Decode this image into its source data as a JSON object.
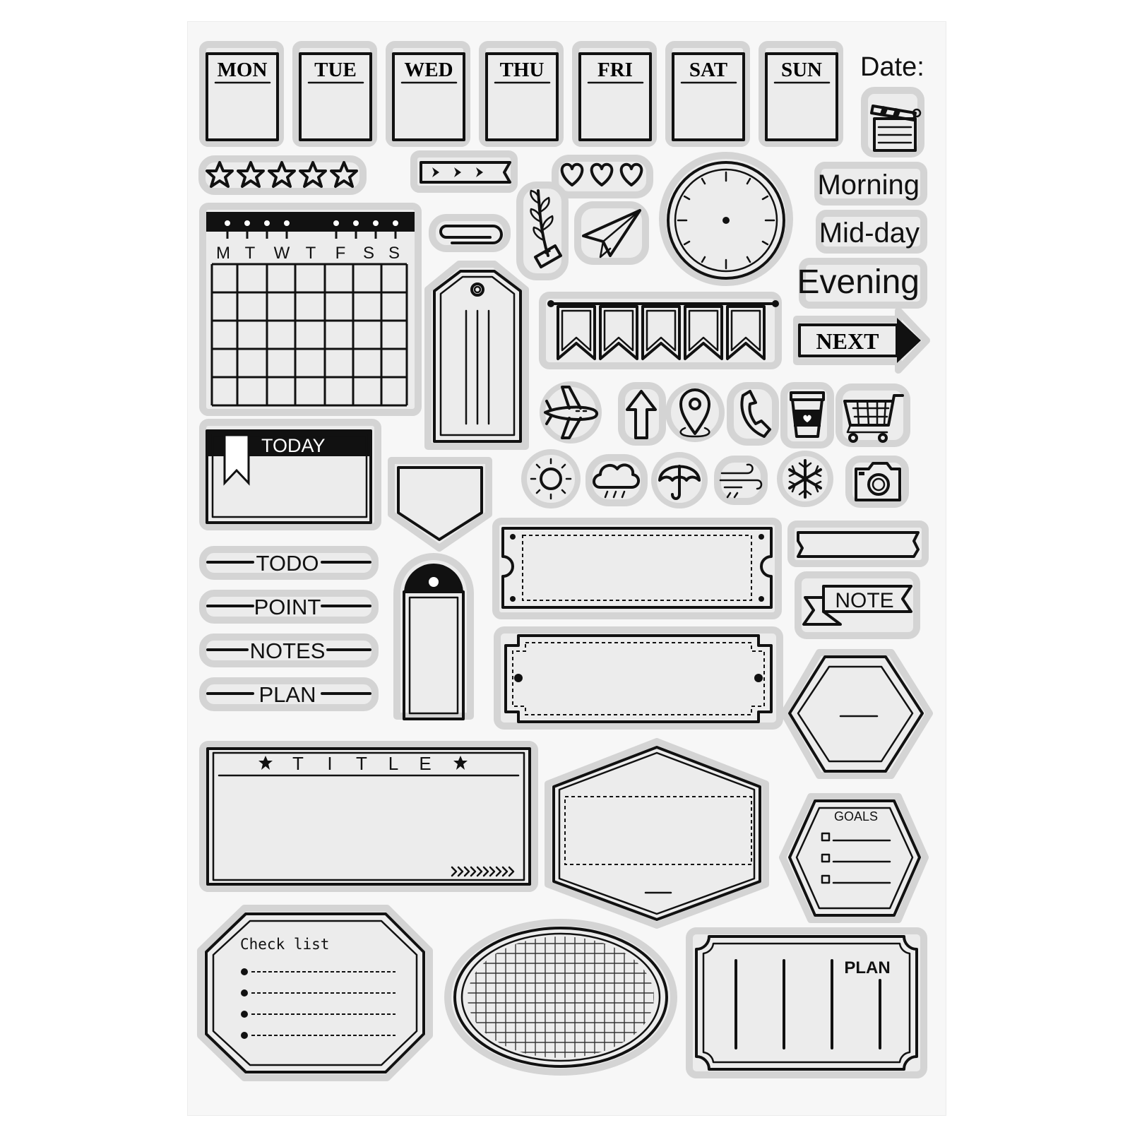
{
  "days": [
    "MON",
    "TUE",
    "WED",
    "THU",
    "FRI",
    "SAT",
    "SUN"
  ],
  "date_label": "Date:",
  "calendar_header": [
    "M",
    "T",
    "W",
    "T",
    "F",
    "S",
    "S"
  ],
  "times": [
    "Morning",
    "Mid-day",
    "Evening"
  ],
  "next_label": "NEXT",
  "today_label": "TODAY",
  "headings": [
    "TODO",
    "POINT",
    "NOTES",
    "PLAN"
  ],
  "note_label": "NOTE",
  "title_letters": [
    "T",
    "I",
    "T",
    "L",
    "E"
  ],
  "goals_label": "GOALS",
  "checklist_label": "Check list",
  "plan_label": "PLAN",
  "star_count": 5,
  "heart_count": 3,
  "icons": [
    "airplane-icon",
    "arrow-up-icon",
    "location-pin-icon",
    "phone-icon",
    "coffee-cup-icon",
    "shopping-cart-icon",
    "sun-icon",
    "rain-cloud-icon",
    "umbrella-icon",
    "wind-icon",
    "snowflake-icon",
    "camera-icon",
    "clapperboard-icon",
    "clock-icon",
    "paperclip-icon",
    "paper-plane-icon",
    "leaf-sprig-icon",
    "banner-flags-icon",
    "tag-icon"
  ]
}
